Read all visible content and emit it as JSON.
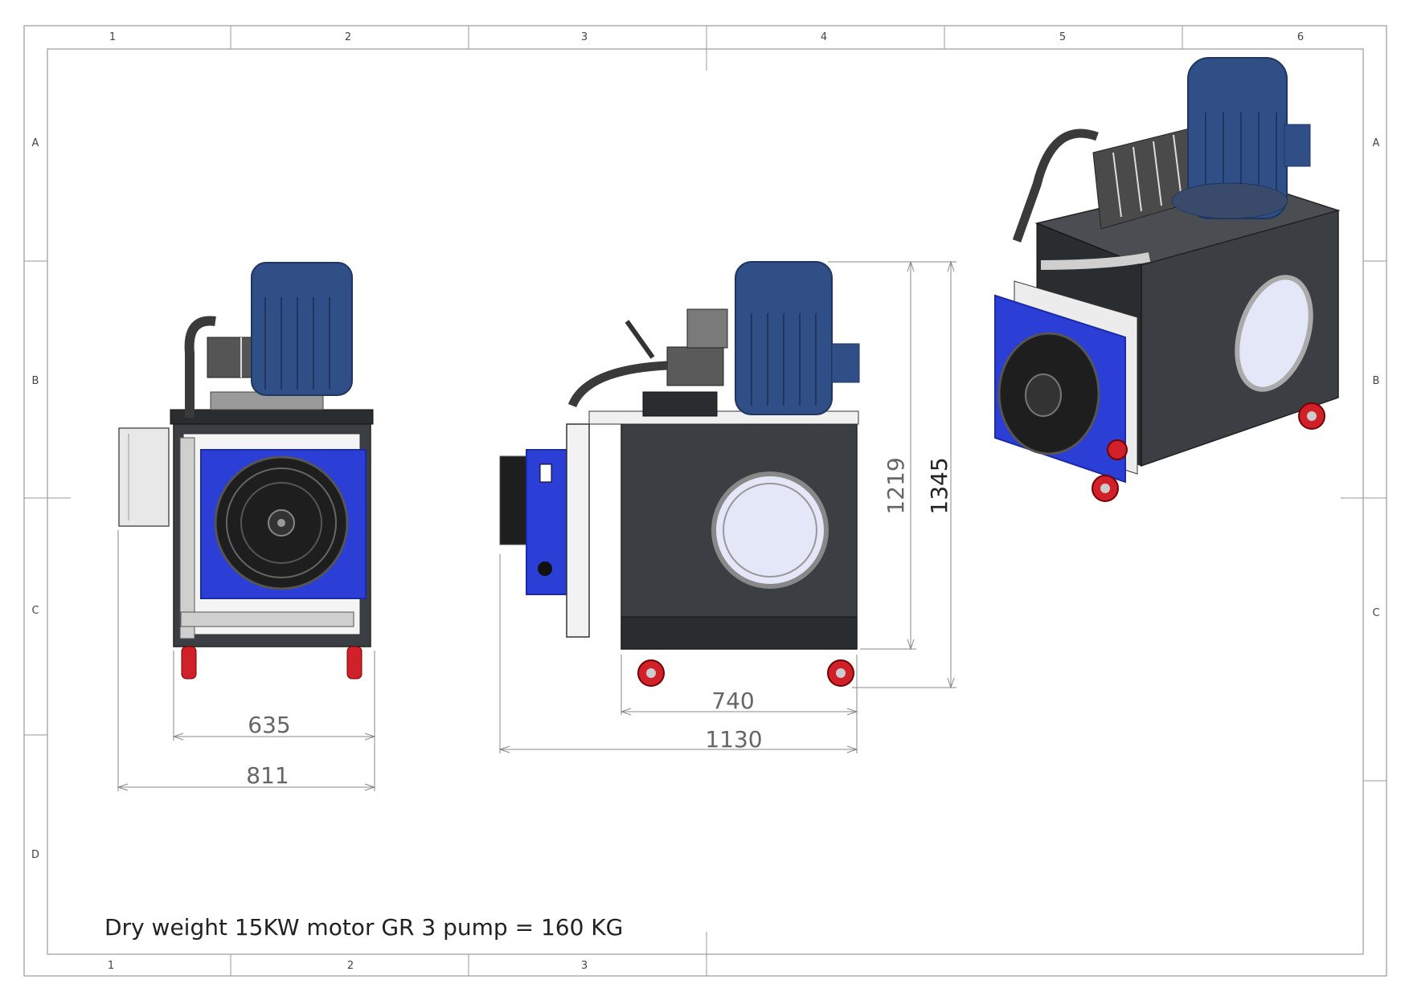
{
  "zones": {
    "columns": [
      "1",
      "2",
      "3",
      "4",
      "5",
      "6"
    ],
    "columns_bottom": [
      "1",
      "2",
      "3"
    ],
    "rows": [
      "A",
      "B",
      "C",
      "D"
    ],
    "rows_right": [
      "A",
      "B",
      "C"
    ]
  },
  "dimensions": {
    "front_inner_width": "635",
    "front_outer_width": "811",
    "side_base_width": "740",
    "side_total_width": "1130",
    "height_tank": "1219",
    "height_total": "1345"
  },
  "caption": "Dry weight 15KW motor GR 3 pump = 160 KG",
  "colors": {
    "motor": "#2f4f86",
    "motor_dark": "#1f3562",
    "tank": "#3b3f43",
    "tank_dark": "#2a2d30",
    "cooler": "#2b3ed6",
    "cooler_dark": "#1a2aa8",
    "wheel": "#d0202a",
    "window": "#e4e7f7",
    "frame": "#c8c8c8",
    "line": "#888888"
  }
}
